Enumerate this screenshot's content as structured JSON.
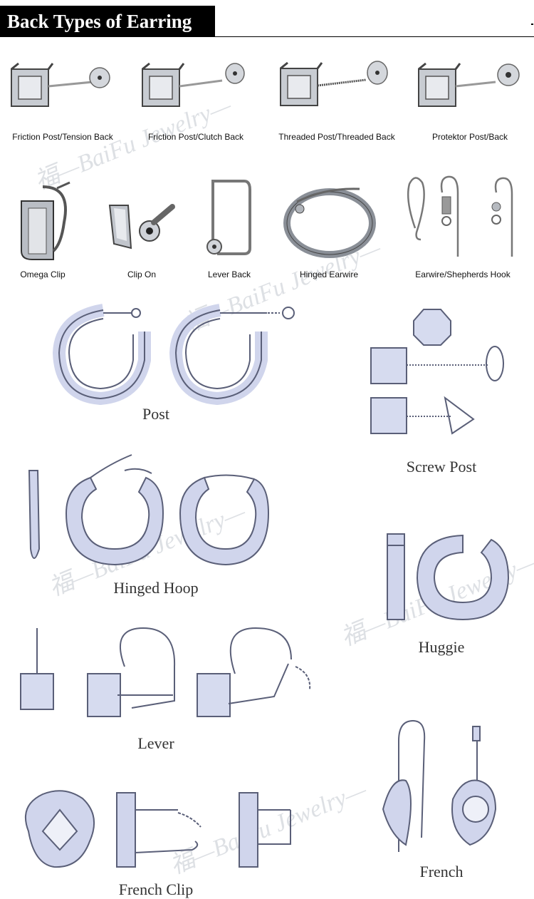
{
  "header": {
    "title": "Back Types of Earring"
  },
  "watermark": {
    "text": "福—BaiFu Jewelry—"
  },
  "row1": [
    {
      "label": "Friction Post/Tension Back"
    },
    {
      "label": "Friction Post/Clutch Back"
    },
    {
      "label": "Threaded Post/Threaded Back"
    },
    {
      "label": "Protektor Post/Back"
    }
  ],
  "row2": [
    {
      "label": "Omega Clip"
    },
    {
      "label": "Clip On"
    },
    {
      "label": "Lever Back"
    },
    {
      "label": "Hinged Earwire"
    },
    {
      "label": "Earwire/Shepherds Hook"
    }
  ],
  "sketches": {
    "post": "Post",
    "screw_post": "Screw Post",
    "hinged_hoop": "Hinged Hoop",
    "huggie": "Huggie",
    "lever": "Lever",
    "french_clip": "French Clip",
    "french": "French"
  },
  "colors": {
    "header_bg": "#000000",
    "header_text": "#ffffff",
    "sketch_line": "#5a5f78",
    "sketch_fill": "#c9cfe8",
    "metal": "#9aa0a8"
  }
}
